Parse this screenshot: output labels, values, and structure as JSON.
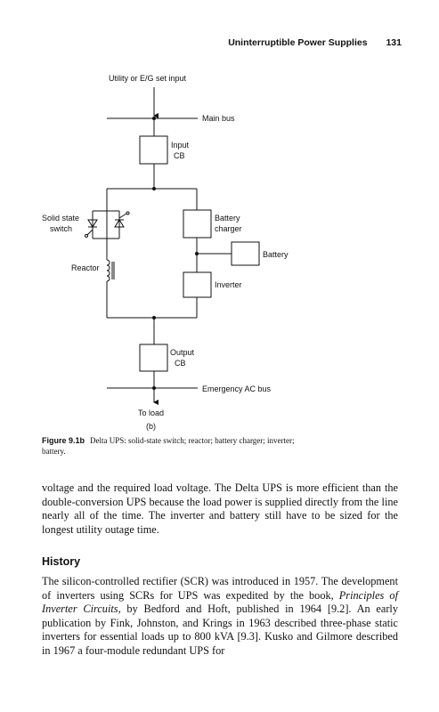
{
  "header": {
    "title": "Uninterruptible Power Supplies",
    "page_number": "131"
  },
  "diagram": {
    "utility_input": "Utility or E/G set input",
    "main_bus": "Main bus",
    "input_cb_line1": "Input",
    "input_cb_line2": "CB",
    "solid_state_line1": "Solid state",
    "solid_state_line2": "switch",
    "reactor": "Reactor",
    "battery_charger_line1": "Battery",
    "battery_charger_line2": "charger",
    "battery": "Battery",
    "inverter": "Inverter",
    "output_cb_line1": "Output",
    "output_cb_line2": "CB",
    "emergency_bus": "Emergency AC bus",
    "to_load": "To load",
    "sublabel": "(b)"
  },
  "caption": {
    "figure_number": "Figure 9.1b",
    "text": "Delta UPS: solid-state switch; reactor; battery charger; inverter; battery."
  },
  "paragraph1": "voltage and the required load voltage. The Delta UPS is more efficient than the double-conversion UPS because the load power is supplied directly from the line nearly all of the time. The inverter and battery still have to be sized for the longest utility outage time.",
  "section_heading": "History",
  "paragraph2": {
    "part1": "The silicon-controlled rectifier (SCR) was introduced in 1957. The development of inverters using SCRs for UPS was expedited by the book, ",
    "book_title": "Principles of Inverter Circuits",
    "part2": ", by Bedford and Hoft, published in 1964 [9.2]. An early publication by Fink, Johnston, and Krings in 1963 described three-phase static inverters for essential loads up to 800 kVA [9.3]. Kusko and Gilmore described in 1967 a four-module redundant UPS for"
  }
}
